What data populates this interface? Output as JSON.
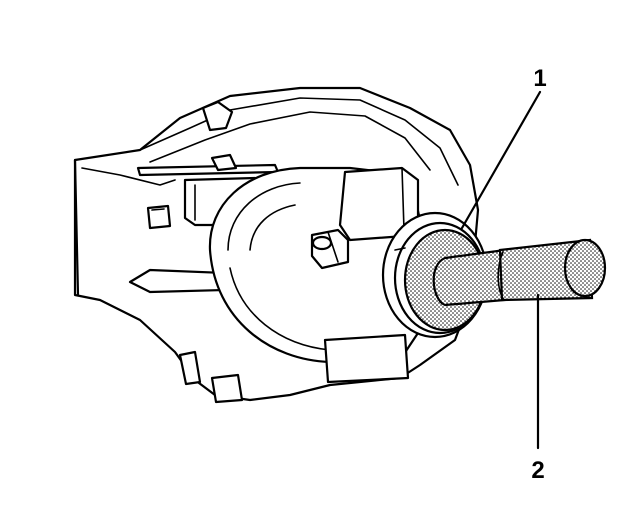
{
  "callouts": [
    {
      "id": "1",
      "label": "1"
    },
    {
      "id": "2",
      "label": "2"
    }
  ],
  "colors": {
    "line": "#000000",
    "background": "#ffffff",
    "stipple": "#000000"
  }
}
